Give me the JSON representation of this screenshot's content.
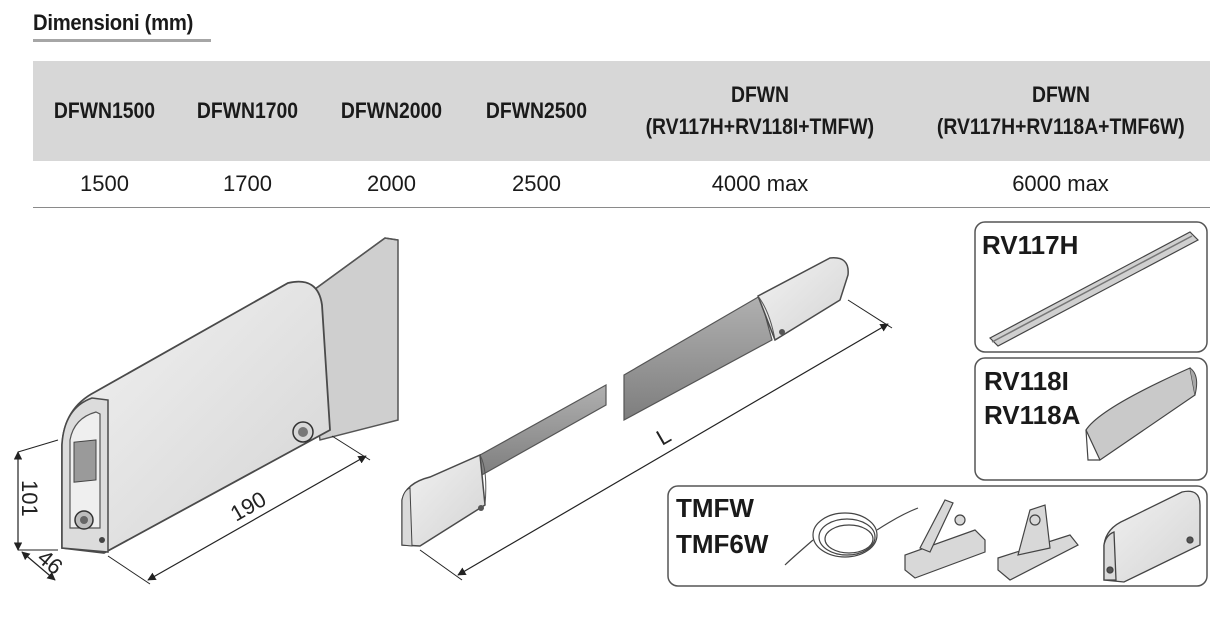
{
  "title": "Dimensioni (mm)",
  "table": {
    "headers": [
      {
        "line1": "DFWN1500",
        "line2": ""
      },
      {
        "line1": "DFWN1700",
        "line2": ""
      },
      {
        "line1": "DFWN2000",
        "line2": ""
      },
      {
        "line1": "DFWN2500",
        "line2": ""
      },
      {
        "line1": "DFWN",
        "line2": "(RV117H+RV118I+TMFW)"
      },
      {
        "line1": "DFWN",
        "line2": "(RV117H+RV118A+TMF6W)"
      }
    ],
    "values": [
      "1500",
      "1700",
      "2000",
      "2500",
      "4000 max",
      "6000 max"
    ]
  },
  "dimensions": {
    "height": "101",
    "width": "46",
    "depth": "190",
    "length": "L"
  },
  "boxes": {
    "rail": "RV117H",
    "cover_1": "RV118I",
    "cover_2": "RV118A",
    "kit_1": "TMFW",
    "kit_2": "TMF6W"
  },
  "colors": {
    "header_bg": "#d7d7d7",
    "body_light": "#e4e4e4",
    "body_dark": "#8c8c8c"
  }
}
